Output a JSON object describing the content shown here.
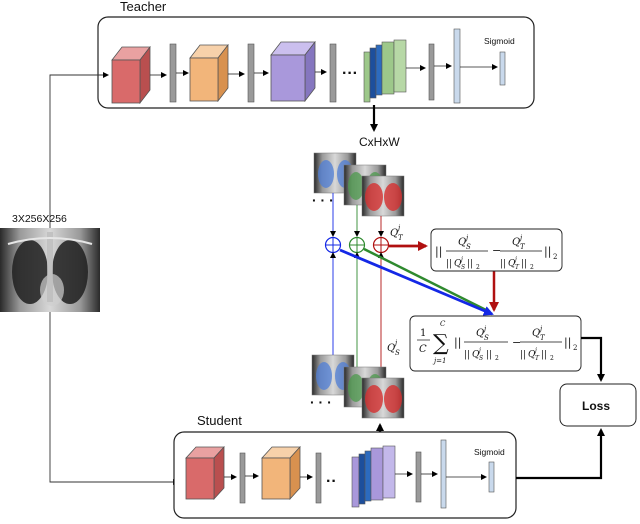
{
  "teacher": {
    "title": "Teacher",
    "output_label": "Sigmoid"
  },
  "student": {
    "title": "Student",
    "output_label": "Sigmoid"
  },
  "input": {
    "size_label": "3X256X256"
  },
  "feature_map": {
    "dims_label": "CxHxW"
  },
  "formulas": {
    "q_t": "Q",
    "q_t_sup": "j",
    "q_t_sub": "T",
    "q_s": "Q",
    "q_s_sup": "j",
    "q_s_sub": "S",
    "pair_q": "Q",
    "pair_sup": "j",
    "sub_s": "S",
    "sub_t": "T",
    "norm_2": "2",
    "minus": "−",
    "bars": "||",
    "frac_1": "1",
    "frac_c": "C",
    "sum_top": "C",
    "sum_sym": "∑",
    "sum_bottom": "j=1",
    "loss": "Loss"
  },
  "colors": {
    "arrow_blue": "#1428e6",
    "arrow_green": "#2f8a2f",
    "arrow_red": "#b01010",
    "block_red": "#d96a6a",
    "block_orange": "#f2b57a",
    "block_purple": "#a998db",
    "block_green": "#9dc88a",
    "block_blue": "#1d4f9c",
    "fc_blue": "#c9d9ec"
  }
}
